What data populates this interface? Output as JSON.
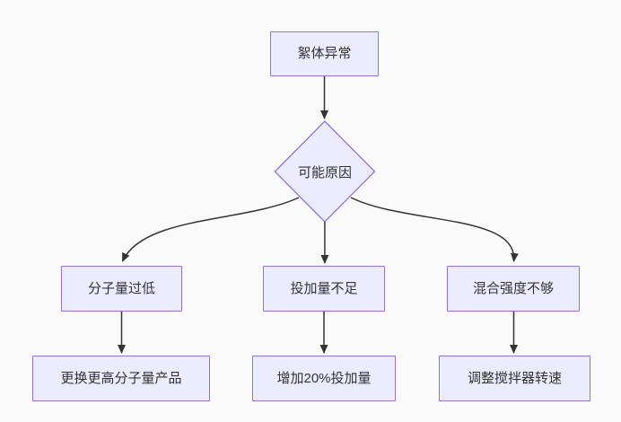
{
  "diagram": {
    "type": "flowchart",
    "direction": "top-down",
    "colors": {
      "background": "#fafafa",
      "node_fill": "#ECECFF",
      "node_border": "#9370DB",
      "edge_color": "#333333",
      "text_color": "#333333"
    },
    "nodes": {
      "start": {
        "label": "絮体异常",
        "shape": "rect"
      },
      "decision": {
        "label": "可能原因",
        "shape": "diamond"
      },
      "cause1": {
        "label": "分子量过低",
        "shape": "rect"
      },
      "cause2": {
        "label": "投加量不足",
        "shape": "rect"
      },
      "cause3": {
        "label": "混合强度不够",
        "shape": "rect"
      },
      "action1": {
        "label": "更换更高分子量产品",
        "shape": "rect"
      },
      "action2": {
        "label": "增加20%投加量",
        "shape": "rect"
      },
      "action3": {
        "label": "调整搅拌器转速",
        "shape": "rect"
      }
    },
    "edges": [
      {
        "from": "start",
        "to": "decision"
      },
      {
        "from": "decision",
        "to": "cause1"
      },
      {
        "from": "decision",
        "to": "cause2"
      },
      {
        "from": "decision",
        "to": "cause3"
      },
      {
        "from": "cause1",
        "to": "action1"
      },
      {
        "from": "cause2",
        "to": "action2"
      },
      {
        "from": "cause3",
        "to": "action3"
      }
    ]
  }
}
